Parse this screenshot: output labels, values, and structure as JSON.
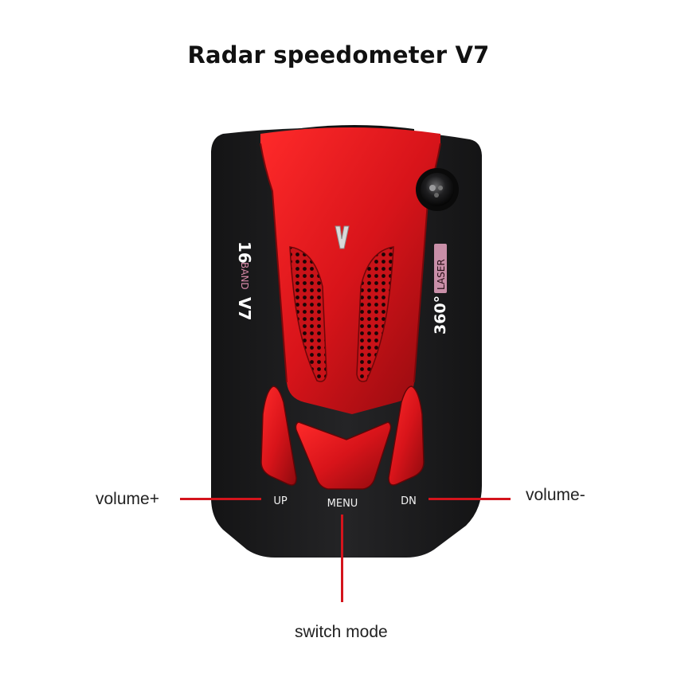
{
  "title": "Radar speedometer V7",
  "device": {
    "left_text_top": "16",
    "left_text_mid": "BAND",
    "left_text_bottom": "V7",
    "right_text_top": "360°",
    "right_text_bottom": "LASER",
    "logo_mark": "V",
    "buttons": {
      "up": "UP",
      "menu": "MENU",
      "dn": "DN"
    }
  },
  "callouts": {
    "volume_up": "volume+",
    "volume_down": "volume-",
    "switch_mode": "switch mode"
  },
  "colors": {
    "body": "#1b1b1c",
    "red": "#d8141a",
    "lead_line": "#d4141c"
  }
}
